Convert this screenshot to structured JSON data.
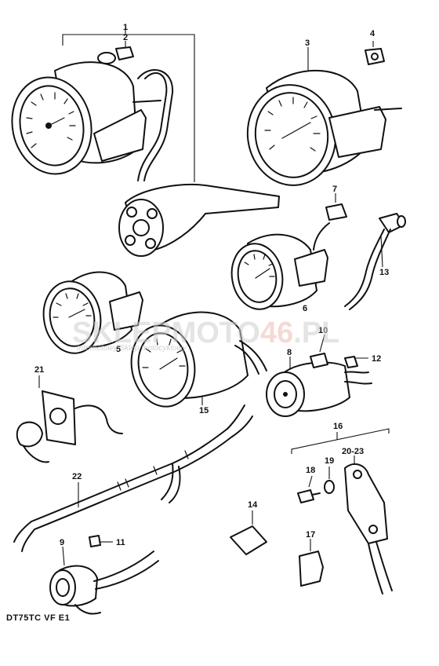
{
  "diagram": {
    "caption": "DT75TC VF E1",
    "watermark": {
      "brand_part1": "SKLEPMOTO",
      "brand_part2": "46",
      "brand_part3": ".PL",
      "tagline": "Internetowy Sklep motocyklowy"
    },
    "callouts": [
      "1",
      "2",
      "3",
      "4",
      "5",
      "6",
      "7",
      "8",
      "9",
      "10",
      "11",
      "12",
      "13",
      "14",
      "15",
      "16",
      "17",
      "18",
      "19",
      "20-23",
      "21",
      "22"
    ]
  }
}
